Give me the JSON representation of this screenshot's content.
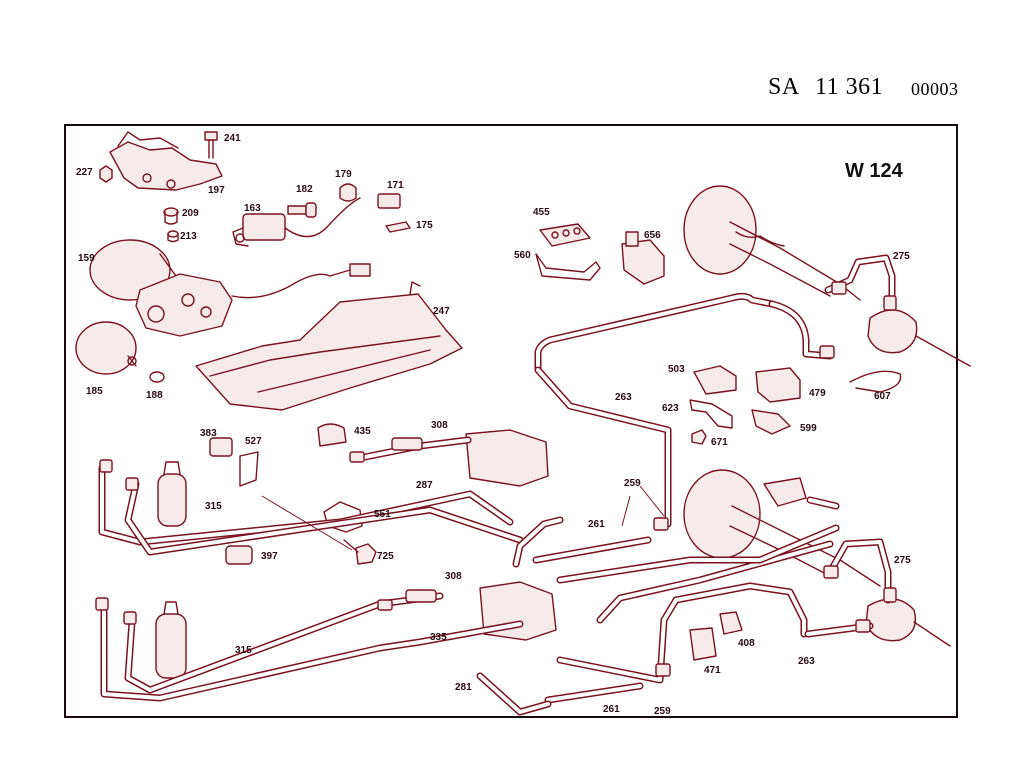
{
  "header": {
    "sheet": "SA",
    "number": "11 361",
    "code": "00003"
  },
  "model": "W 124",
  "labels": {
    "p241": "241",
    "p227": "227",
    "p197": "197",
    "p209": "209",
    "p213": "213",
    "p179": "179",
    "p182": "182",
    "p171": "171",
    "p163": "163",
    "p175": "175",
    "p159": "159",
    "p185": "185",
    "p188": "188",
    "p247": "247",
    "p455": "455",
    "p560": "560",
    "p656": "656",
    "p275a": "275",
    "p275b": "275",
    "p263a": "263",
    "p263b": "263",
    "p503": "503",
    "p479": "479",
    "p607": "607",
    "p623": "623",
    "p671": "671",
    "p599": "599",
    "p383": "383",
    "p527": "527",
    "p435": "435",
    "p308a": "308",
    "p308b": "308",
    "p287": "287",
    "p315a": "315",
    "p315b": "315",
    "p551": "551",
    "p725": "725",
    "p397": "397",
    "p259a": "259",
    "p259b": "259",
    "p261a": "261",
    "p261b": "261",
    "p335": "335",
    "p281": "281",
    "p408": "408",
    "p471": "471"
  }
}
